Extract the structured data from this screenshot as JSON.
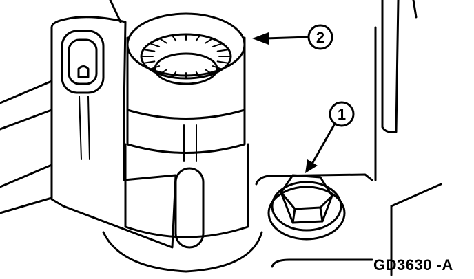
{
  "callouts": [
    {
      "number": "1"
    },
    {
      "number": "2"
    }
  ],
  "figure_code": "GD3630 -A",
  "colors": {
    "line": "#000000",
    "background": "#ffffff"
  }
}
